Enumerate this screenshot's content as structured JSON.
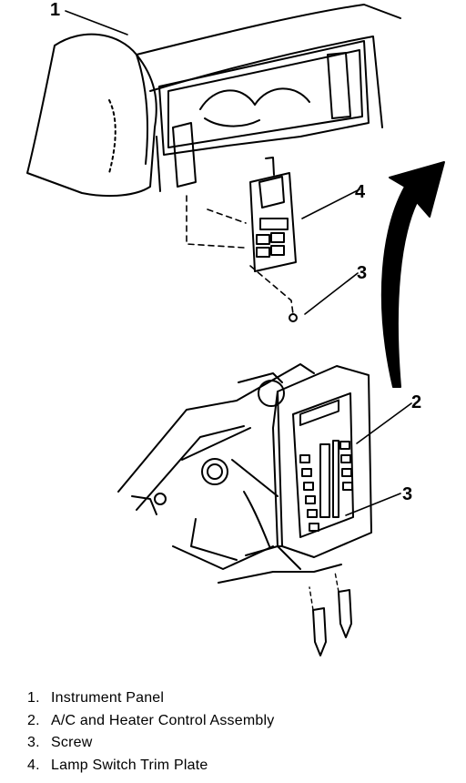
{
  "callouts": [
    {
      "number": "1",
      "label": "Instrument Panel"
    },
    {
      "number": "2",
      "label": "A/C and Heater Control Assembly"
    },
    {
      "number": "3",
      "label": "Screw"
    },
    {
      "number": "4",
      "label": "Lamp Switch Trim Plate"
    }
  ],
  "diagram_callouts": {
    "instrument_panel": "1",
    "control_assembly": "2",
    "screw_upper": "3",
    "screw_lower": "3",
    "trim_plate": "4"
  },
  "legend": [
    {
      "num": "1.",
      "text": "Instrument Panel"
    },
    {
      "num": "2.",
      "text": "A/C and Heater Control Assembly"
    },
    {
      "num": "3.",
      "text": "Screw"
    },
    {
      "num": "4.",
      "text": "Lamp Switch Trim Plate"
    }
  ],
  "colors": {
    "ink": "#000000",
    "paper": "#ffffff"
  }
}
